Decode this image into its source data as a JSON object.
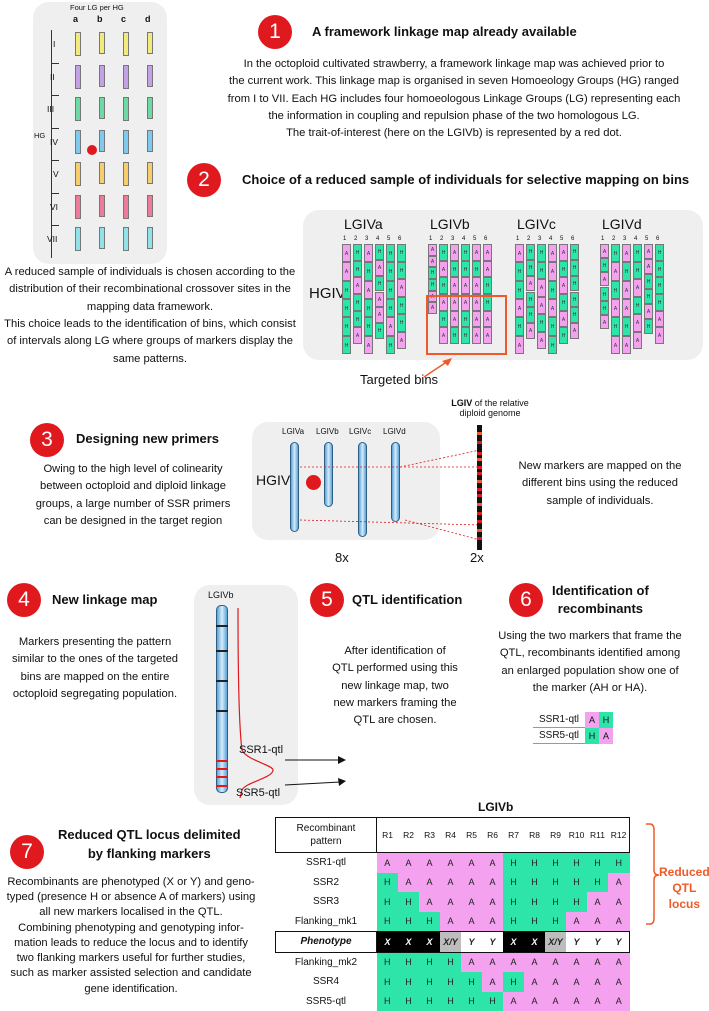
{
  "steps": {
    "s1": {
      "num": "1",
      "title": "A framework linkage map already available",
      "body": [
        "In the octoploid cultivated strawberry, a framework linkage map was achieved prior to",
        "the current work. This linkage map is organised in seven Homoeology Groups (HG) ranged",
        "from I to VII. Each HG includes four homoeologous Linkage Groups (LG) representing each",
        "the information in coupling and repulsion phase of the two homologous LG.",
        "The trait-of-interest (here on the LGIVb) is represented by a red dot."
      ]
    },
    "s2": {
      "num": "2",
      "title": "Choice of a reduced sample of individuals for selective mapping on bins",
      "body": [
        "A reduced sample of individuals is chosen according to the",
        "distribution of their recombinational crossover sites in the",
        "mapping data framework.",
        "This choice leads to the identification of bins, which consist",
        "of intervals along LG where groups of markers display the",
        "same patterns."
      ]
    },
    "s3": {
      "num": "3",
      "title": "Designing new primers",
      "body": [
        "Owing to the high level of colinearity",
        "between octoploid and diploid linkage",
        "groups, a large number of SSR primers",
        "can be designed in the target region"
      ],
      "right": [
        "New markers are mapped on the",
        "different bins using the reduced",
        "sample of individuals."
      ]
    },
    "s4": {
      "num": "4",
      "title": "New linkage map",
      "body": [
        "Markers presenting the pattern",
        "similar to the ones of the targeted",
        "bins are mapped on the entire",
        "octoploid segregating population."
      ]
    },
    "s5": {
      "num": "5",
      "title": "QTL identification",
      "body": [
        "After identification of",
        "QTL performed using this",
        "new linkage map, two",
        "new markers framing the",
        "QTL are chosen."
      ]
    },
    "s6": {
      "num": "6",
      "title_lines": [
        "Identification of",
        "recombinants"
      ],
      "body": [
        "Using the two markers that frame the",
        "QTL, recombinants identified among",
        "an enlarged population show one of",
        "the marker (AH or HA)."
      ]
    },
    "s7": {
      "num": "7",
      "title_lines": [
        "Reduced QTL locus delimited",
        "by flanking markers"
      ],
      "body": [
        "Recombinants are phenotyped (X or Y) and geno-",
        "typed (presence H or absence A of markers) using",
        "all new markers localised in the QTL.",
        "Combining phenotyping and genotyping infor-",
        "mation leads to reduce the locus and to identify",
        "two flanking markers useful for further studies,",
        "such as marker assisted selection and candidate",
        "gene identification."
      ]
    }
  },
  "hg_panel": {
    "header": "Four LG per HG",
    "cols": [
      "a",
      "b",
      "c",
      "d"
    ],
    "hg_label": "HG",
    "rows": [
      "I",
      "II",
      "III",
      "IV",
      "V",
      "VI",
      "VII"
    ],
    "colors": [
      "#f2ea7a",
      "#c3a0e8",
      "#6dd9a3",
      "#7fc9ef",
      "#f6cf6a",
      "#ef7b9a",
      "#8fe3e8"
    ]
  },
  "bins": {
    "hg": "HGIV",
    "lgs": [
      "LGIVa",
      "LGIVb",
      "LGIVc",
      "LGIVd"
    ],
    "idx": [
      "1",
      "2",
      "3",
      "4",
      "5",
      "6"
    ],
    "targeted": "Targeted bins",
    "a_letter": "A",
    "h_letter": "H"
  },
  "primers": {
    "hg": "HGIV",
    "lgs": [
      "LGIVa",
      "LGIVb",
      "LGIVc",
      "LGIVd"
    ],
    "diploid_bold": "LGIV",
    "diploid_rest": " of the relative",
    "diploid_line2": "diploid genome",
    "x8": "8x",
    "x2": "2x"
  },
  "newmap": {
    "lg": "LGIVb",
    "ssr1": "SSR1-qtl",
    "ssr5": "SSR5-qtl"
  },
  "recomb": {
    "rows": [
      {
        "name": "SSR1-qtl",
        "a": "A",
        "b": "H"
      },
      {
        "name": "SSR5-qtl",
        "a": "H",
        "b": "A"
      }
    ]
  },
  "final": {
    "title": "LGIVb",
    "header_label": [
      "Recombinant",
      "pattern"
    ],
    "cols": [
      "R1",
      "R2",
      "R3",
      "R4",
      "R5",
      "R6",
      "R7",
      "R8",
      "R9",
      "R10",
      "R11",
      "R12"
    ],
    "rows": [
      {
        "name": "SSR1-qtl",
        "vals": [
          "A",
          "A",
          "A",
          "A",
          "A",
          "A",
          "H",
          "H",
          "H",
          "H",
          "H",
          "H"
        ]
      },
      {
        "name": "SSR2",
        "vals": [
          "H",
          "A",
          "A",
          "A",
          "A",
          "A",
          "H",
          "H",
          "H",
          "H",
          "H",
          "A"
        ]
      },
      {
        "name": "SSR3",
        "vals": [
          "H",
          "H",
          "A",
          "A",
          "A",
          "A",
          "H",
          "H",
          "H",
          "H",
          "A",
          "A"
        ]
      },
      {
        "name": "Flanking_mk1",
        "vals": [
          "H",
          "H",
          "H",
          "A",
          "A",
          "A",
          "H",
          "H",
          "H",
          "A",
          "A",
          "A"
        ]
      },
      {
        "name": "Phenotype",
        "pheno": true,
        "vals": [
          "X",
          "X",
          "X",
          "X/Y",
          "Y",
          "Y",
          "X",
          "X",
          "X/Y",
          "Y",
          "Y",
          "Y"
        ]
      },
      {
        "name": "Flanking_mk2",
        "vals": [
          "H",
          "H",
          "H",
          "H",
          "A",
          "A",
          "A",
          "A",
          "A",
          "A",
          "A",
          "A"
        ]
      },
      {
        "name": "SSR4",
        "vals": [
          "H",
          "H",
          "H",
          "H",
          "H",
          "A",
          "H",
          "A",
          "A",
          "A",
          "A",
          "A"
        ]
      },
      {
        "name": "SSR5-qtl",
        "vals": [
          "H",
          "H",
          "H",
          "H",
          "H",
          "H",
          "A",
          "A",
          "A",
          "A",
          "A",
          "A"
        ]
      }
    ],
    "reduced": [
      "Reduced",
      "QTL locus"
    ]
  },
  "colors": {
    "red": "#e0191f",
    "green": "#2de5a8",
    "pink": "#f4a2f0",
    "orange": "#f05a28"
  }
}
